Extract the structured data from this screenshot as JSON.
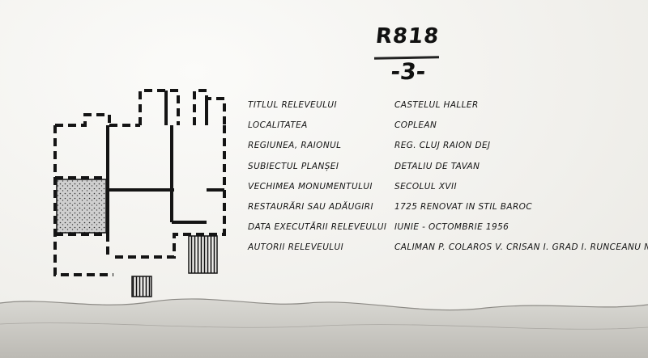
{
  "header": {
    "ref_code": "R818",
    "sheet_number": "-3-"
  },
  "plan": {
    "description_icon": "floor-plan-drawing"
  },
  "fields": [
    {
      "label": "TITLUL RELEVEULUI",
      "value": "CASTELUL HALLER"
    },
    {
      "label": "LOCALITATEA",
      "value": "COPLEAN"
    },
    {
      "label": "REGIUNEA, RAIONUL",
      "value": "REG. CLUJ RAION DEJ"
    },
    {
      "label": "SUBIECTUL PLANȘEI",
      "value": "DETALIU DE TAVAN"
    },
    {
      "label": "VECHIMEA MONUMENTULUI",
      "value": "SECOLUL XVII"
    },
    {
      "label": "RESTAURĂRI SAU ADĂUGIRI",
      "value": "1725 RENOVAT IN STIL BAROC"
    },
    {
      "label": "DATA EXECUTĂRII RELEVEULUI",
      "value": "IUNIE - OCTOMBRIE 1956"
    },
    {
      "label": "AUTORII RELEVEULUI",
      "value": "CALIMAN P. COLAROS V. CRISAN I. GRAD I. RUNCEANU N."
    }
  ],
  "colors": {
    "ink": "#1a1a1a",
    "paper": "#f3f2ef"
  }
}
